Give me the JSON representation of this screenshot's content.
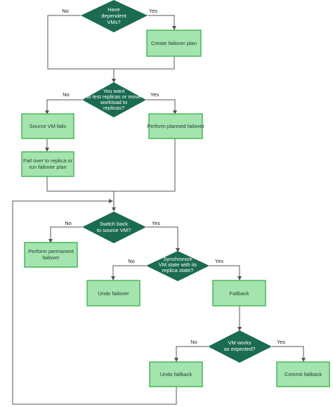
{
  "decisions": {
    "dependent_vms": {
      "lines": [
        "Have",
        "dependent",
        "VMs?"
      ],
      "no": "No",
      "yes": "Yes"
    },
    "test_or_move": {
      "lines": [
        "You want",
        "to test replicas or move",
        "workload to",
        "replicas?"
      ],
      "no": "No",
      "yes": "Yes"
    },
    "switch_back": {
      "lines": [
        "Switch back",
        "to source VM?"
      ],
      "no": "No",
      "yes": "Yes"
    },
    "synchronize": {
      "lines": [
        "Synchronize",
        "VM state with its",
        "replica state?"
      ],
      "no": "No",
      "yes": "Yes"
    },
    "vm_works": {
      "lines": [
        "VM works",
        "as expected?"
      ],
      "no": "No",
      "yes": "Yes"
    }
  },
  "boxes": {
    "create_failover_plan": {
      "lines": [
        "Create failover plan"
      ]
    },
    "source_vm_fails": {
      "lines": [
        "Source VM fails"
      ]
    },
    "perform_planned_failover": {
      "lines": [
        "Perform planned failover"
      ]
    },
    "fail_over": {
      "lines": [
        "Fail over to replica or",
        "run failover plan"
      ]
    },
    "perform_permanent_failover": {
      "lines": [
        "Perform permanent",
        "failover"
      ]
    },
    "undo_failover": {
      "lines": [
        "Undo failover"
      ]
    },
    "failback": {
      "lines": [
        "Failback"
      ]
    },
    "undo_failback": {
      "lines": [
        "Undo failback"
      ]
    },
    "commit_failback": {
      "lines": [
        "Commit failback"
      ]
    }
  },
  "colors": {
    "decision_fill": "#1a6b52",
    "process_fill": "#a4e4ae",
    "process_border": "#3fb34f",
    "connector": "#555555"
  }
}
